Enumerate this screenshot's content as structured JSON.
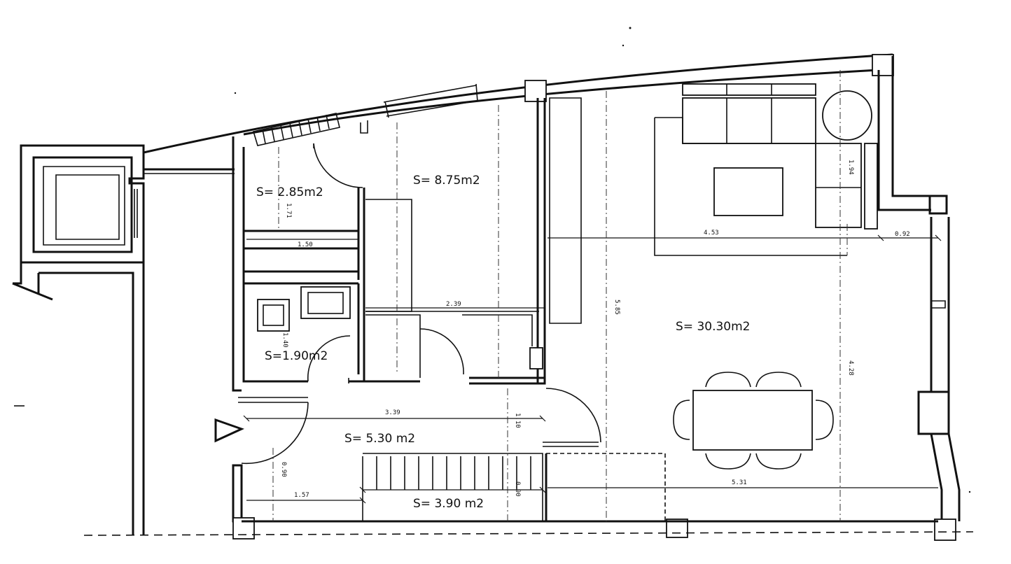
{
  "plan": {
    "areas": [
      {
        "id": "room-a",
        "label": "S= 2.85m2"
      },
      {
        "id": "room-b",
        "label": "S= 8.75m2"
      },
      {
        "id": "living",
        "label": "S= 30.30m2"
      },
      {
        "id": "bath",
        "label": "S=1.90m2"
      },
      {
        "id": "hall",
        "label": "S= 5.30  m2"
      },
      {
        "id": "stair",
        "label": "S= 3.90  m2"
      }
    ],
    "dimensions": {
      "d_150": "1.50",
      "d_239": "2.39",
      "d_453": "4.53",
      "d_092": "0.92",
      "d_339": "3.39",
      "d_157": "1.57",
      "d_531": "5.31",
      "d_194": "1.94",
      "d_171": "1.71",
      "d_585": "5.85",
      "d_428": "4.28",
      "d_140": "1.40",
      "d_090": "0.90",
      "d_110": "1.10",
      "d_090b": "0.90"
    }
  }
}
